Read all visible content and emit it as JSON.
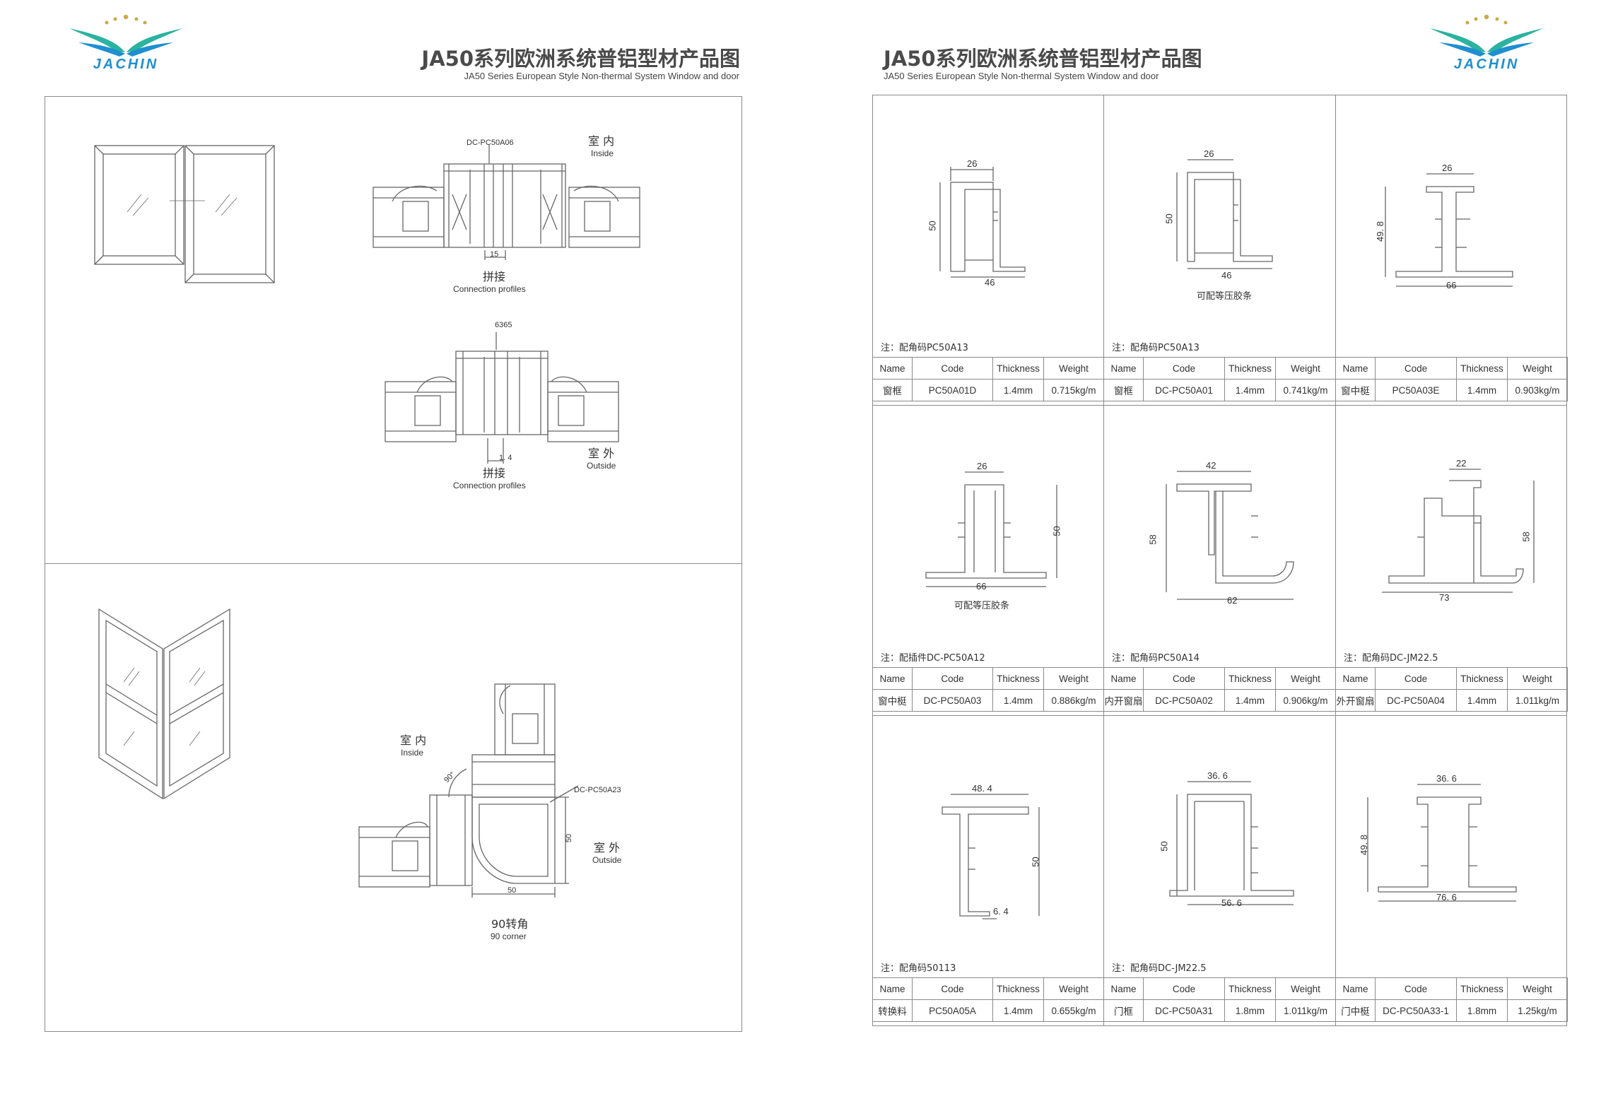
{
  "brand": {
    "name": "JACHIN",
    "color_primary": "#1f8fd0",
    "color_accent": "#2ab3a0",
    "star_color": "#c9a94a"
  },
  "left_page": {
    "title_cn": "JA50系列欧洲系统普铝型材产品图",
    "title_en": "JA50 Series European Style Non-thermal System Window and door",
    "top_section": {
      "code_label": "DC-PC50A06",
      "inside_cn": "室 内",
      "inside_en": "Inside",
      "dim_15": "15",
      "joint1_cn": "拼接",
      "joint1_en": "Connection profiles",
      "code_6365": "6365",
      "dim_14": "1. 4",
      "outside_cn": "室 外",
      "outside_en": "Outside",
      "joint2_cn": "拼接",
      "joint2_en": "Connection profiles"
    },
    "bottom_section": {
      "inside_cn": "室 内",
      "inside_en": "Inside",
      "angle": "90°",
      "code_label": "DC-PC50A23",
      "dim_50_v": "50",
      "dim_50_h": "50",
      "outside_cn": "室 外",
      "outside_en": "Outside",
      "corner_cn": "90转角",
      "corner_en": "90 corner"
    }
  },
  "right_page": {
    "title_cn": "JA50系列欧洲系统普铝型材产品图",
    "title_en": "JA50 Series European Style Non-thermal System Window and door",
    "headers": [
      "Name",
      "Code",
      "Thickness",
      "Weight"
    ],
    "cells": [
      {
        "note": "注：配角码PC50A13",
        "name": "窗框",
        "code": "PC50A01D",
        "thickness": "1.4mm",
        "weight": "0.715kg/m",
        "dims": [
          "26",
          "50",
          "46"
        ],
        "caption": ""
      },
      {
        "note": "注：配角码PC50A13",
        "name": "窗框",
        "code": "DC-PC50A01",
        "thickness": "1.4mm",
        "weight": "0.741kg/m",
        "dims": [
          "26",
          "50",
          "46"
        ],
        "caption": "可配等压胶条"
      },
      {
        "note": "",
        "name": "窗中梃",
        "code": "PC50A03E",
        "thickness": "1.4mm",
        "weight": "0.903kg/m",
        "dims": [
          "26",
          "49. 8",
          "66"
        ],
        "caption": ""
      },
      {
        "note": "注：配插件DC-PC50A12",
        "name": "窗中梃",
        "code": "DC-PC50A03",
        "thickness": "1.4mm",
        "weight": "0.886kg/m",
        "dims": [
          "26",
          "50",
          "66"
        ],
        "caption": "可配等压胶条"
      },
      {
        "note": "注：配角码PC50A14",
        "name": "内开窗扇",
        "code": "DC-PC50A02",
        "thickness": "1.4mm",
        "weight": "0.906kg/m",
        "dims": [
          "42",
          "58",
          "62"
        ],
        "caption": ""
      },
      {
        "note": "注：配角码DC-JM22.5",
        "name": "外开窗扇",
        "code": "DC-PC50A04",
        "thickness": "1.4mm",
        "weight": "1.011kg/m",
        "dims": [
          "22",
          "58",
          "73"
        ],
        "caption": ""
      },
      {
        "note": "注：配角码50113",
        "name": "转换料",
        "code": "PC50A05A",
        "thickness": "1.4mm",
        "weight": "0.655kg/m",
        "dims": [
          "48. 4",
          "50",
          "6. 4"
        ],
        "caption": ""
      },
      {
        "note": "注：配角码DC-JM22.5",
        "name": "门框",
        "code": "DC-PC50A31",
        "thickness": "1.8mm",
        "weight": "1.011kg/m",
        "dims": [
          "36. 6",
          "50",
          "56. 6"
        ],
        "caption": ""
      },
      {
        "note": "",
        "name": "门中梃",
        "code": "DC-PC50A33-1",
        "thickness": "1.8mm",
        "weight": "1.25kg/m",
        "dims": [
          "36. 6",
          "49. 8",
          "76. 6"
        ],
        "caption": ""
      }
    ]
  }
}
